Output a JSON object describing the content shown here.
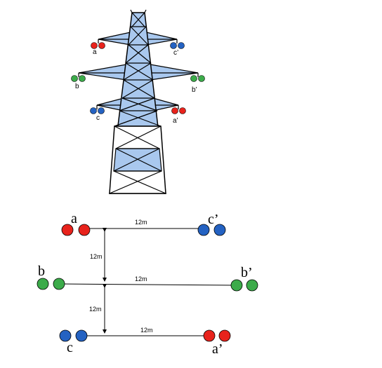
{
  "tower": {
    "labels": {
      "a": "a",
      "c_prime": "c’",
      "b": "b",
      "b_prime": "b’",
      "c": "c",
      "a_prime": "a’"
    }
  },
  "layout_diagram": {
    "labels": {
      "a": "a",
      "c_prime": "c’",
      "b": "b",
      "b_prime": "b’",
      "c": "c",
      "a_prime": "a’"
    },
    "dimensions": {
      "top_span": "12m",
      "middle_span": "12m",
      "bottom_span": "12m",
      "upper_vertical": "12m",
      "lower_vertical": "12m"
    }
  },
  "colors": {
    "phase_a": "#e8231c",
    "phase_b": "#3cab4a",
    "phase_c": "#2462c2",
    "tower_fill": "#a9c8ee",
    "line": "#000000"
  }
}
